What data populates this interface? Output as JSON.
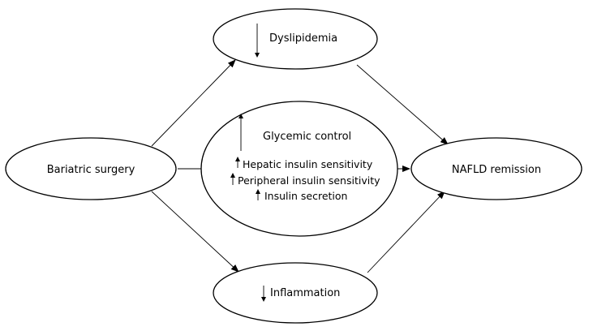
{
  "nodes": {
    "bariatric_surgery": "Bariatric surgery",
    "dyslipidemia": "Dyslipidemia",
    "glycemic_control": "Glycemic control",
    "hepatic_insulin_sensitivity": "Hepatic insulin sensitivity",
    "peripheral_insulin_sensitivity": "Peripheral insulin sensitivity",
    "insulin_secretion": "Insulin secretion",
    "nafld_remission": "NAFLD remission",
    "inflammation": "Inflammation"
  },
  "colors": {
    "stroke": "#000000",
    "background": "#ffffff"
  }
}
